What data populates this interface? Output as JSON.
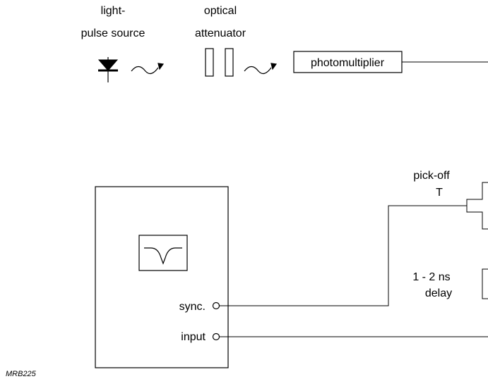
{
  "labels": {
    "light_source_line1": "light-",
    "light_source_line2": "pulse source",
    "attenuator_line1": "optical",
    "attenuator_line2": "attenuator",
    "photomultiplier": "photomultiplier",
    "pickoff_line1": "pick-off",
    "pickoff_line2": "T",
    "delay_line1": "1 - 2 ns",
    "delay_line2": "delay",
    "sync": "sync.",
    "input": "input",
    "figure_ref": "MRB225"
  }
}
